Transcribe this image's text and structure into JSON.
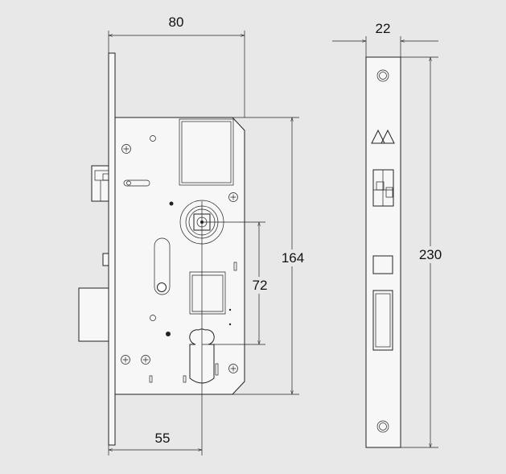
{
  "dimensions": {
    "width": "80",
    "face_width": "22",
    "body_height": "164",
    "handle_to_cylinder": "72",
    "backset": "55",
    "face_height": "230"
  },
  "colors": {
    "background": "#e8e8e8",
    "line": "#222222",
    "part_fill": "#f7f7f7"
  },
  "icons": [
    "screw-icon",
    "brand-logo-icon",
    "cylinder-keyhole-icon",
    "follower-square-icon"
  ]
}
